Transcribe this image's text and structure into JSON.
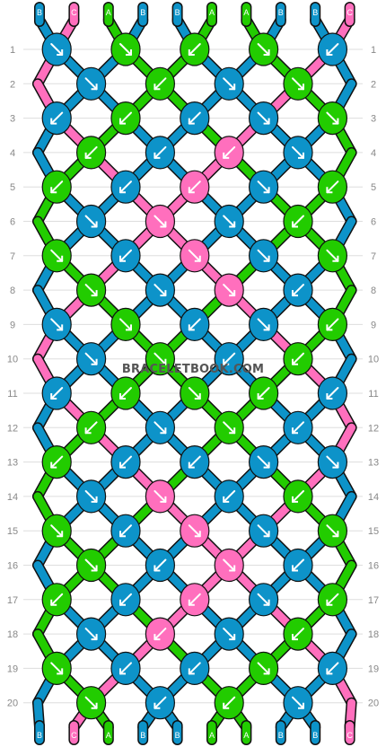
{
  "watermark": "BRACELETBOOK.COM",
  "colors": {
    "A": "#22cc00",
    "B": "#0d93c9",
    "C": "#ff6fbd",
    "grid": "#dddddd",
    "row_label": "#888888",
    "strand_label": "#ffffff"
  },
  "strands_top": [
    "B",
    "C",
    "A",
    "B",
    "B",
    "A",
    "A",
    "B",
    "B",
    "C"
  ],
  "strands_bottom": [
    "B",
    "C",
    "A",
    "B",
    "B",
    "A",
    "A",
    "B",
    "B",
    "C"
  ],
  "rows": [
    {
      "label": "1",
      "knots": [
        {
          "color": "B",
          "dir": "se"
        },
        {
          "color": "A",
          "dir": "se"
        },
        {
          "color": "A",
          "dir": "sw"
        },
        {
          "color": "A",
          "dir": "se"
        },
        {
          "color": "B",
          "dir": "sw"
        }
      ]
    },
    {
      "label": "2",
      "knots": [
        {
          "color": "B",
          "dir": "se"
        },
        {
          "color": "A",
          "dir": "sw"
        },
        {
          "color": "B",
          "dir": "se"
        },
        {
          "color": "A",
          "dir": "se"
        }
      ]
    },
    {
      "label": "3",
      "knots": [
        {
          "color": "B",
          "dir": "sw"
        },
        {
          "color": "A",
          "dir": "sw"
        },
        {
          "color": "B",
          "dir": "sw"
        },
        {
          "color": "B",
          "dir": "se"
        },
        {
          "color": "A",
          "dir": "se"
        }
      ]
    },
    {
      "label": "4",
      "knots": [
        {
          "color": "A",
          "dir": "sw"
        },
        {
          "color": "B",
          "dir": "sw"
        },
        {
          "color": "C",
          "dir": "sw"
        },
        {
          "color": "B",
          "dir": "se"
        }
      ]
    },
    {
      "label": "5",
      "knots": [
        {
          "color": "A",
          "dir": "sw"
        },
        {
          "color": "B",
          "dir": "sw"
        },
        {
          "color": "C",
          "dir": "sw"
        },
        {
          "color": "B",
          "dir": "se"
        },
        {
          "color": "A",
          "dir": "sw"
        }
      ]
    },
    {
      "label": "6",
      "knots": [
        {
          "color": "B",
          "dir": "se"
        },
        {
          "color": "C",
          "dir": "se"
        },
        {
          "color": "B",
          "dir": "se"
        },
        {
          "color": "A",
          "dir": "sw"
        }
      ]
    },
    {
      "label": "7",
      "knots": [
        {
          "color": "A",
          "dir": "se"
        },
        {
          "color": "B",
          "dir": "sw"
        },
        {
          "color": "C",
          "dir": "se"
        },
        {
          "color": "B",
          "dir": "se"
        },
        {
          "color": "A",
          "dir": "se"
        }
      ]
    },
    {
      "label": "8",
      "knots": [
        {
          "color": "A",
          "dir": "se"
        },
        {
          "color": "B",
          "dir": "se"
        },
        {
          "color": "C",
          "dir": "se"
        },
        {
          "color": "B",
          "dir": "sw"
        }
      ]
    },
    {
      "label": "9",
      "knots": [
        {
          "color": "B",
          "dir": "se"
        },
        {
          "color": "A",
          "dir": "se"
        },
        {
          "color": "B",
          "dir": "sw"
        },
        {
          "color": "B",
          "dir": "se"
        },
        {
          "color": "A",
          "dir": "sw"
        }
      ]
    },
    {
      "label": "10",
      "knots": [
        {
          "color": "B",
          "dir": "se"
        },
        {
          "color": "A",
          "dir": "se"
        },
        {
          "color": "B",
          "dir": "sw"
        },
        {
          "color": "A",
          "dir": "sw"
        }
      ]
    },
    {
      "label": "11",
      "knots": [
        {
          "color": "B",
          "dir": "sw"
        },
        {
          "color": "A",
          "dir": "sw"
        },
        {
          "color": "A",
          "dir": "se"
        },
        {
          "color": "A",
          "dir": "sw"
        },
        {
          "color": "B",
          "dir": "sw"
        }
      ]
    },
    {
      "label": "12",
      "knots": [
        {
          "color": "A",
          "dir": "sw"
        },
        {
          "color": "B",
          "dir": "se"
        },
        {
          "color": "A",
          "dir": "se"
        },
        {
          "color": "B",
          "dir": "sw"
        }
      ]
    },
    {
      "label": "13",
      "knots": [
        {
          "color": "A",
          "dir": "sw"
        },
        {
          "color": "B",
          "dir": "sw"
        },
        {
          "color": "B",
          "dir": "sw"
        },
        {
          "color": "B",
          "dir": "se"
        },
        {
          "color": "B",
          "dir": "se"
        }
      ]
    },
    {
      "label": "14",
      "knots": [
        {
          "color": "B",
          "dir": "se"
        },
        {
          "color": "C",
          "dir": "se"
        },
        {
          "color": "B",
          "dir": "sw"
        },
        {
          "color": "A",
          "dir": "sw"
        }
      ]
    },
    {
      "label": "15",
      "knots": [
        {
          "color": "A",
          "dir": "se"
        },
        {
          "color": "B",
          "dir": "sw"
        },
        {
          "color": "C",
          "dir": "se"
        },
        {
          "color": "B",
          "dir": "se"
        },
        {
          "color": "A",
          "dir": "se"
        }
      ]
    },
    {
      "label": "16",
      "knots": [
        {
          "color": "A",
          "dir": "se"
        },
        {
          "color": "B",
          "dir": "sw"
        },
        {
          "color": "C",
          "dir": "se"
        },
        {
          "color": "B",
          "dir": "sw"
        }
      ]
    },
    {
      "label": "17",
      "knots": [
        {
          "color": "A",
          "dir": "sw"
        },
        {
          "color": "B",
          "dir": "sw"
        },
        {
          "color": "C",
          "dir": "sw"
        },
        {
          "color": "B",
          "dir": "se"
        },
        {
          "color": "A",
          "dir": "sw"
        }
      ]
    },
    {
      "label": "18",
      "knots": [
        {
          "color": "B",
          "dir": "se"
        },
        {
          "color": "C",
          "dir": "sw"
        },
        {
          "color": "B",
          "dir": "se"
        },
        {
          "color": "A",
          "dir": "sw"
        }
      ]
    },
    {
      "label": "19",
      "knots": [
        {
          "color": "A",
          "dir": "se"
        },
        {
          "color": "B",
          "dir": "sw"
        },
        {
          "color": "B",
          "dir": "sw"
        },
        {
          "color": "A",
          "dir": "se"
        },
        {
          "color": "B",
          "dir": "sw"
        }
      ]
    },
    {
      "label": "20",
      "knots": [
        {
          "color": "A",
          "dir": "se"
        },
        {
          "color": "B",
          "dir": "sw"
        },
        {
          "color": "A",
          "dir": "sw"
        },
        {
          "color": "B",
          "dir": "se"
        }
      ]
    }
  ]
}
